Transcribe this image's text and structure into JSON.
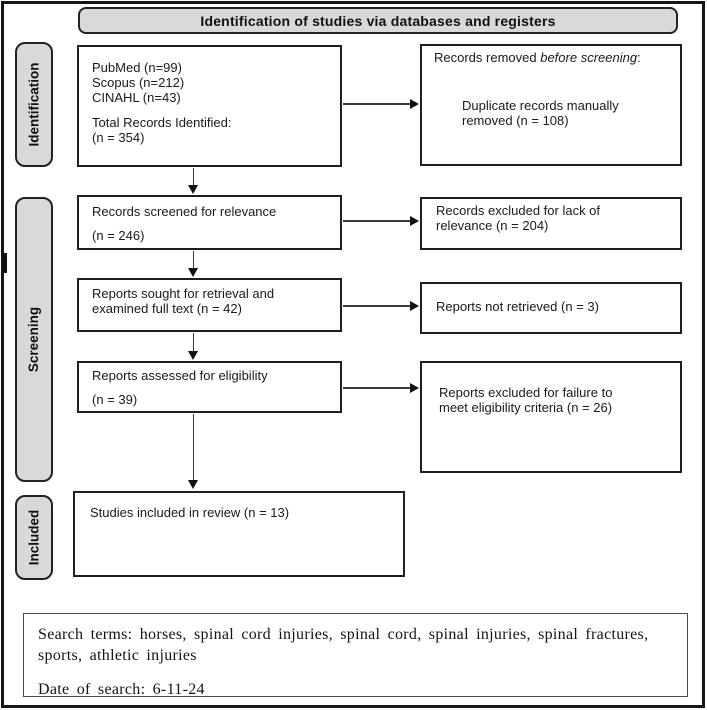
{
  "colors": {
    "panel_gray": "#d9d9d9",
    "line_black": "#161616"
  },
  "header": {
    "title": "Identification of studies via databases and registers"
  },
  "sidebar": {
    "identification": "Identification",
    "screening": "Screening",
    "included": "Included"
  },
  "boxes": {
    "sources": {
      "line1": "PubMed (n=99)",
      "line2": "Scopus (n=212)",
      "line3": "CINAHL (n=43)",
      "line4": "Total Records Identified:",
      "line5": "(n = 354)"
    },
    "removed_before_screening": {
      "prefix": "Records removed ",
      "italic": "before screening",
      "suffix": ":",
      "detail_line1": "Duplicate records manually",
      "detail_line2": "removed (n = 108)"
    },
    "screened": {
      "line1": "Records screened for relevance",
      "line2": "(n = 246)"
    },
    "excluded_relevance": {
      "line1": "Records excluded for lack of",
      "line2": "relevance (n = 204)"
    },
    "retrieval": {
      "line1": "Reports sought for retrieval and",
      "line2": "examined full text (n = 42)"
    },
    "not_retrieved": {
      "line1": "Reports not retrieved (n = 3)"
    },
    "assessed": {
      "line1": "Reports assessed for eligibility",
      "line2": "(n = 39)"
    },
    "excluded_eligibility": {
      "line1": "Reports excluded for failure to",
      "line2": "meet eligibility criteria (n = 26)"
    },
    "included_studies": {
      "line1": "Studies included in review (n = 13)"
    }
  },
  "footer": {
    "search_terms": "Search terms: horses, spinal cord injuries, spinal cord, spinal injuries, spinal fractures, sports, athletic injuries",
    "date_of_search": "Date of search: 6-11-24"
  }
}
